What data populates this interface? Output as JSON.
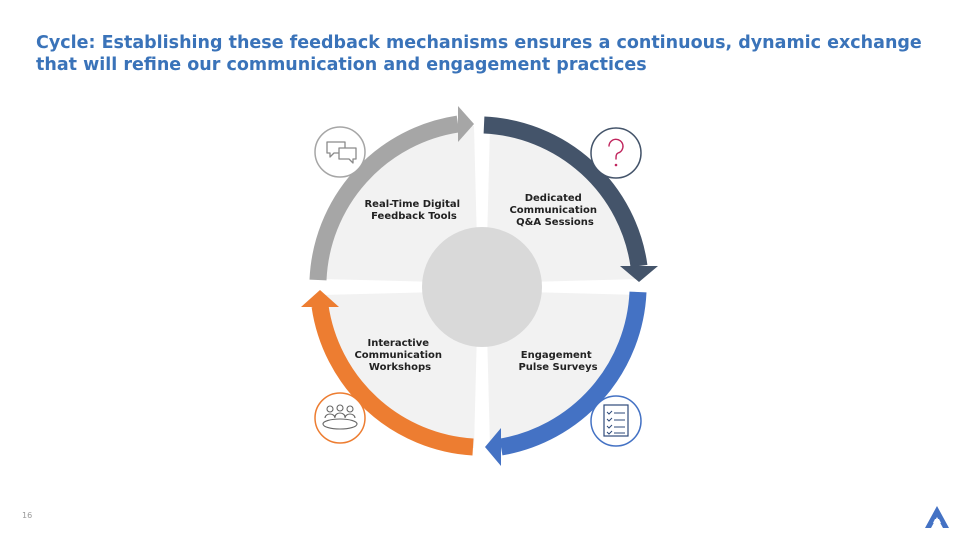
{
  "title": "Cycle: Establishing these feedback mechanisms ensures a continuous, dynamic exchange that will refine our communication and engagement practices",
  "slide_number": "16",
  "quadrants": [
    {
      "lines": [
        "Real-Time Digital",
        "Feedback Tools"
      ],
      "icon": "chat-bubbles-icon",
      "color": "#a6a6a6"
    },
    {
      "lines": [
        "Dedicated",
        "Communication",
        "Q&A Sessions"
      ],
      "icon": "question-mark-icon",
      "color": "#44546a"
    },
    {
      "lines": [
        "Engagement",
        "Pulse Surveys"
      ],
      "icon": "checklist-icon",
      "color": "#4472c4"
    },
    {
      "lines": [
        "Interactive",
        "Communication",
        "Workshops"
      ],
      "icon": "meeting-icon",
      "color": "#ed7d31"
    }
  ],
  "logo_icon": "company-logo"
}
